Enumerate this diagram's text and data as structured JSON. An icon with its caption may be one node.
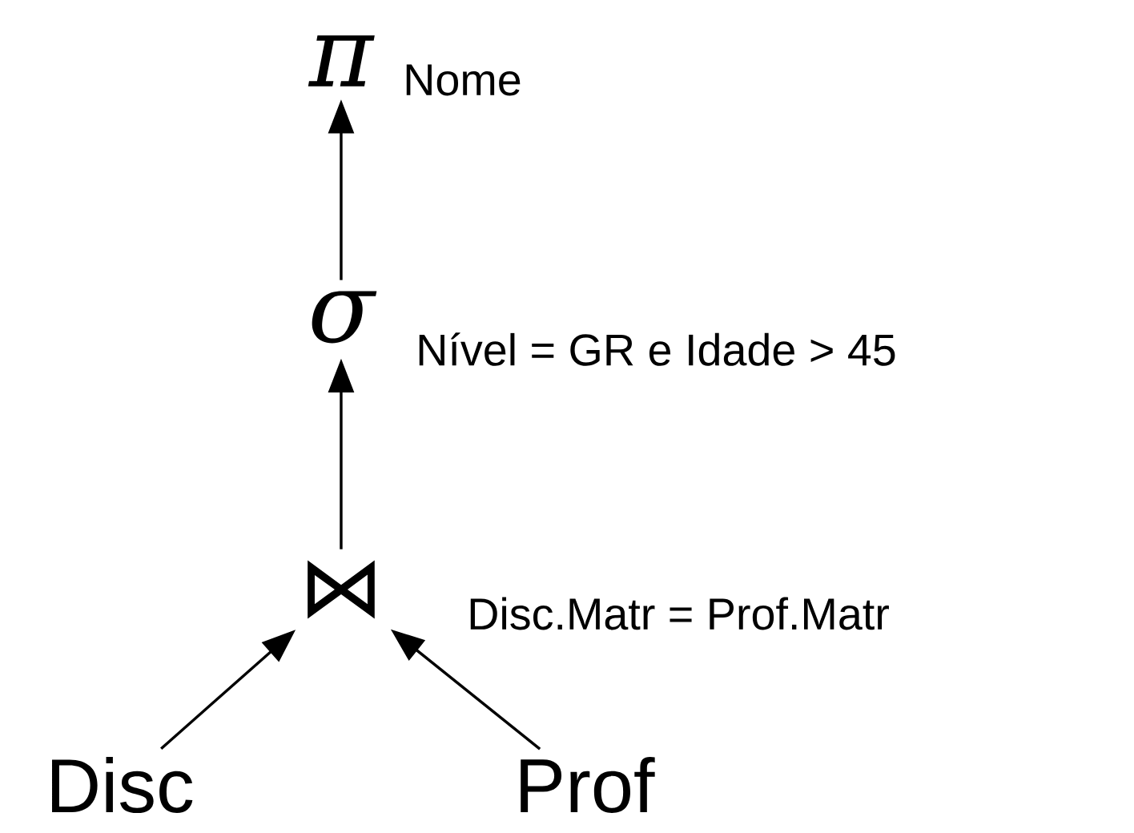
{
  "diagram": {
    "nodes": [
      {
        "text": [
          "π"
        ],
        "beside": [
          "Nome"
        ]
      },
      {
        "text": [
          "σ"
        ],
        "beside": [
          "Nível = GR e Idade > 45"
        ]
      },
      {
        "text": [
          "⋈"
        ],
        "beside": [
          "Disc.Matr = Prof.Matr"
        ]
      },
      {
        "text": [
          "Disc"
        ]
      },
      {
        "text": [
          "Prof"
        ]
      }
    ],
    "edges": [
      {
        "from": 1,
        "to": 0,
        "arrow": "to"
      },
      {
        "from": 2,
        "to": 1,
        "arrow": "to"
      },
      {
        "from": 3,
        "to": 2,
        "arrow": "to"
      },
      {
        "from": 4,
        "to": 2,
        "arrow": "to"
      }
    ]
  }
}
